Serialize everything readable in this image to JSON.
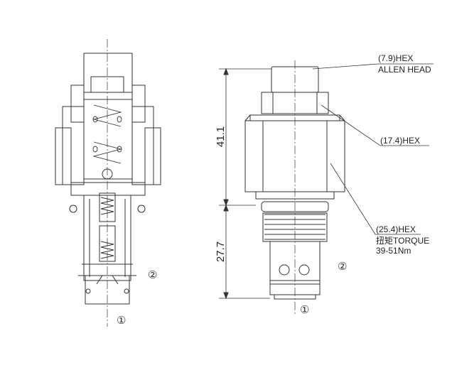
{
  "dimensions": {
    "upper": "41.1",
    "lower": "27.7"
  },
  "callouts": {
    "allen_hex": "(7.9)HEX",
    "allen_head": "ALLEN HEAD",
    "nut_hex": "(17.4)HEX",
    "body_hex": "(25.4)HEX",
    "torque_label": "扭矩TORQUE",
    "torque_value": "39-51Nm"
  },
  "ports": {
    "section_port1": "①",
    "section_port2": "②",
    "external_port1": "①",
    "external_port2": "②"
  }
}
